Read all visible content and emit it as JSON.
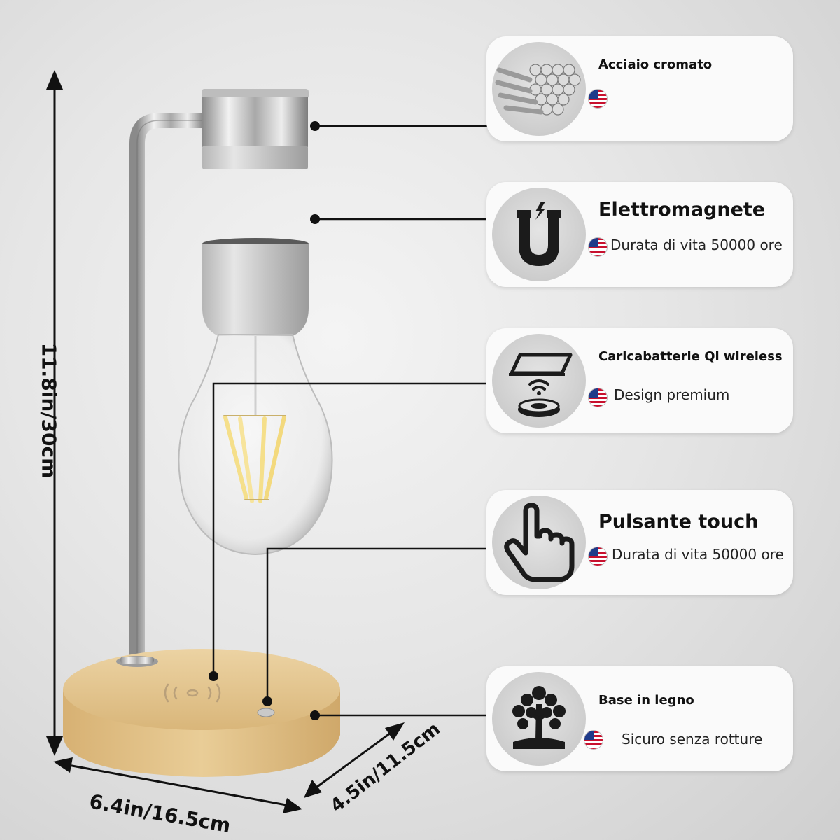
{
  "dimensions": {
    "height": "11.8in/30cm",
    "width": "6.4in/16.5cm",
    "depth": "4.5in/11.5cm"
  },
  "features": [
    {
      "title": "Acciaio cromato",
      "subtitle": "",
      "icon": "chrome-rods-icon",
      "flag": "us-flag-icon"
    },
    {
      "title": "Elettromagnete",
      "subtitle": "Durata di vita 50000 ore",
      "icon": "magnet-icon",
      "flag": "us-flag-icon"
    },
    {
      "title": "Caricabatterie Qi wireless",
      "subtitle": "Design premium",
      "icon": "wireless-charger-icon",
      "flag": "us-flag-icon"
    },
    {
      "title": "Pulsante touch",
      "subtitle": "Durata di vita 50000 ore",
      "icon": "touch-hand-icon",
      "flag": "us-flag-icon"
    },
    {
      "title": "Base in legno",
      "subtitle": "Sicuro senza rotture",
      "icon": "tree-icon",
      "flag": "us-flag-icon"
    }
  ],
  "colors": {
    "card": "#fafafa",
    "wood": "#e2c48e",
    "chrome": "#c9c9c9",
    "filament": "#f5df8a"
  }
}
